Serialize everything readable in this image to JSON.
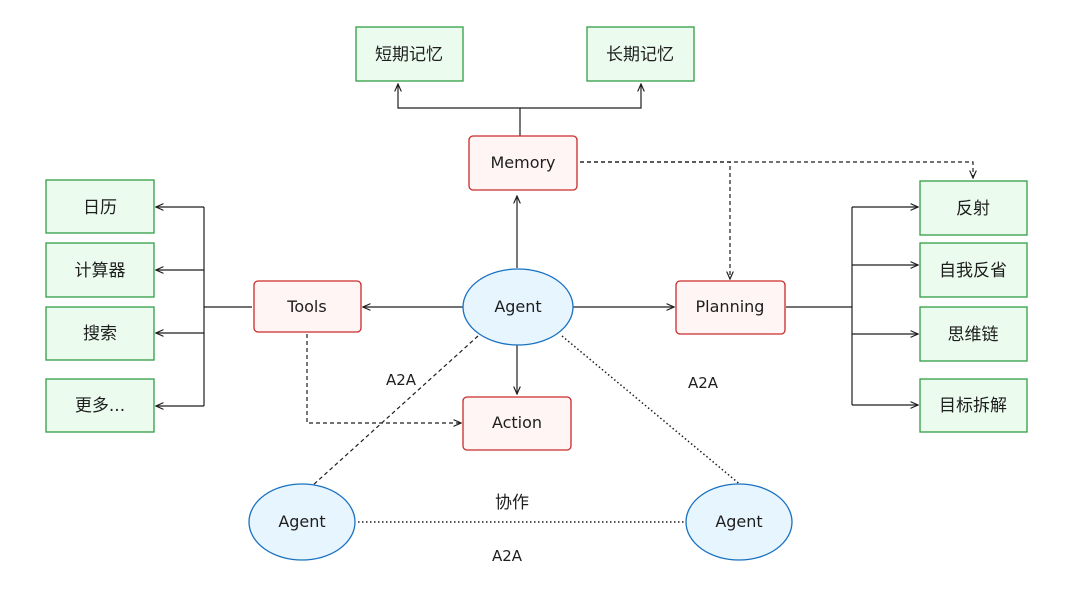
{
  "memory_nodes": {
    "short_term": "短期记忆",
    "long_term": "长期记忆"
  },
  "tool_nodes": [
    "日历",
    "计算器",
    "搜索",
    "更多..."
  ],
  "planning_nodes": [
    "反射",
    "自我反省",
    "思维链",
    "目标拆解"
  ],
  "core": {
    "memory": "Memory",
    "tools": "Tools",
    "agent": "Agent",
    "planning": "Planning",
    "action": "Action"
  },
  "peers": {
    "left": "Agent",
    "right": "Agent"
  },
  "labels": {
    "a2a_left": "A2A",
    "a2a_right": "A2A",
    "a2a_bottom": "A2A",
    "collaboration": "协作"
  }
}
